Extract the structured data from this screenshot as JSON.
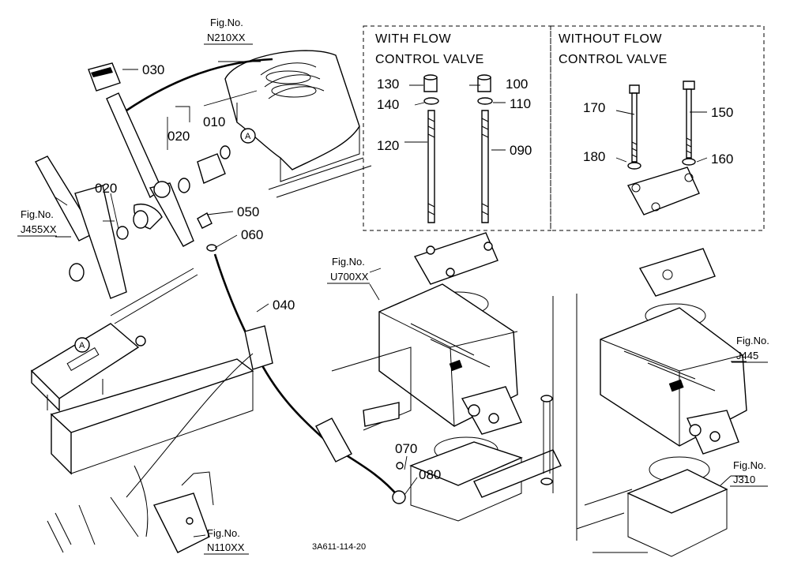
{
  "panel_left": {
    "line1": "WITH FLOW",
    "line2": "CONTROL VALVE"
  },
  "panel_right": {
    "line1": "WITHOUT FLOW",
    "line2": "CONTROL VALVE"
  },
  "fig_refs": {
    "n210": {
      "label": "Fig.No.",
      "code": "N210XX"
    },
    "j455": {
      "label": "Fig.No.",
      "code": "J455XX"
    },
    "u700": {
      "label": "Fig.No.",
      "code": "U700XX"
    },
    "j445": {
      "label": "Fig.No.",
      "code": "J445"
    },
    "j310": {
      "label": "Fig.No.",
      "code": "J310"
    },
    "n110": {
      "label": "Fig.No.",
      "code": "N110XX"
    }
  },
  "parts": {
    "p030": "030",
    "p010": "010",
    "p020a": "020",
    "p020b": "020",
    "p050": "050",
    "p060": "060",
    "p040": "040",
    "p070": "070",
    "p080": "080",
    "p130": "130",
    "p140": "140",
    "p120": "120",
    "p100": "100",
    "p110": "110",
    "p090": "090",
    "p170": "170",
    "p150": "150",
    "p180": "180",
    "p160": "160"
  },
  "markers": {
    "a1": "A",
    "a2": "A"
  },
  "drawing_code": "3A611-114-20"
}
